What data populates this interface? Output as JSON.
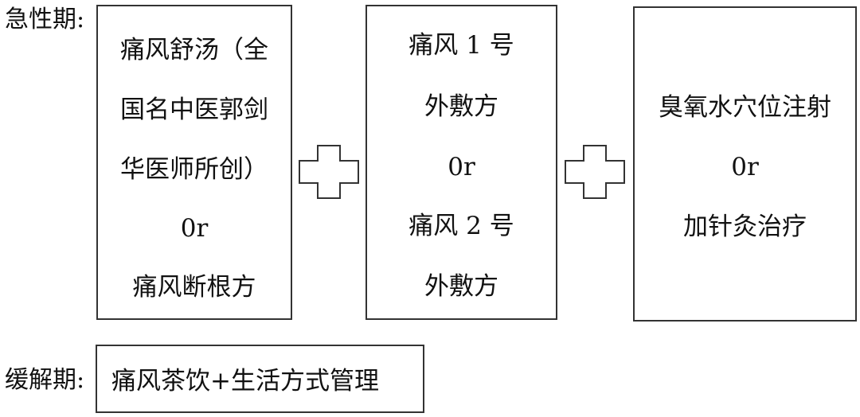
{
  "acute": {
    "label": "急性期:",
    "box1": [
      "痛风舒汤（全",
      "国名中医郭剑",
      "华医师所创）",
      "0r",
      "痛风断根方"
    ],
    "box2": [
      "痛风 1 号",
      "外敷方",
      "0r",
      "痛风 2 号",
      "外敷方"
    ],
    "box3": [
      "臭氧水穴位注射",
      "0r",
      "加针灸治疗"
    ]
  },
  "remission": {
    "label": "缓解期:",
    "box": "痛风茶饮+生活方式管理"
  },
  "plus_icon": "plus-outline-icon"
}
